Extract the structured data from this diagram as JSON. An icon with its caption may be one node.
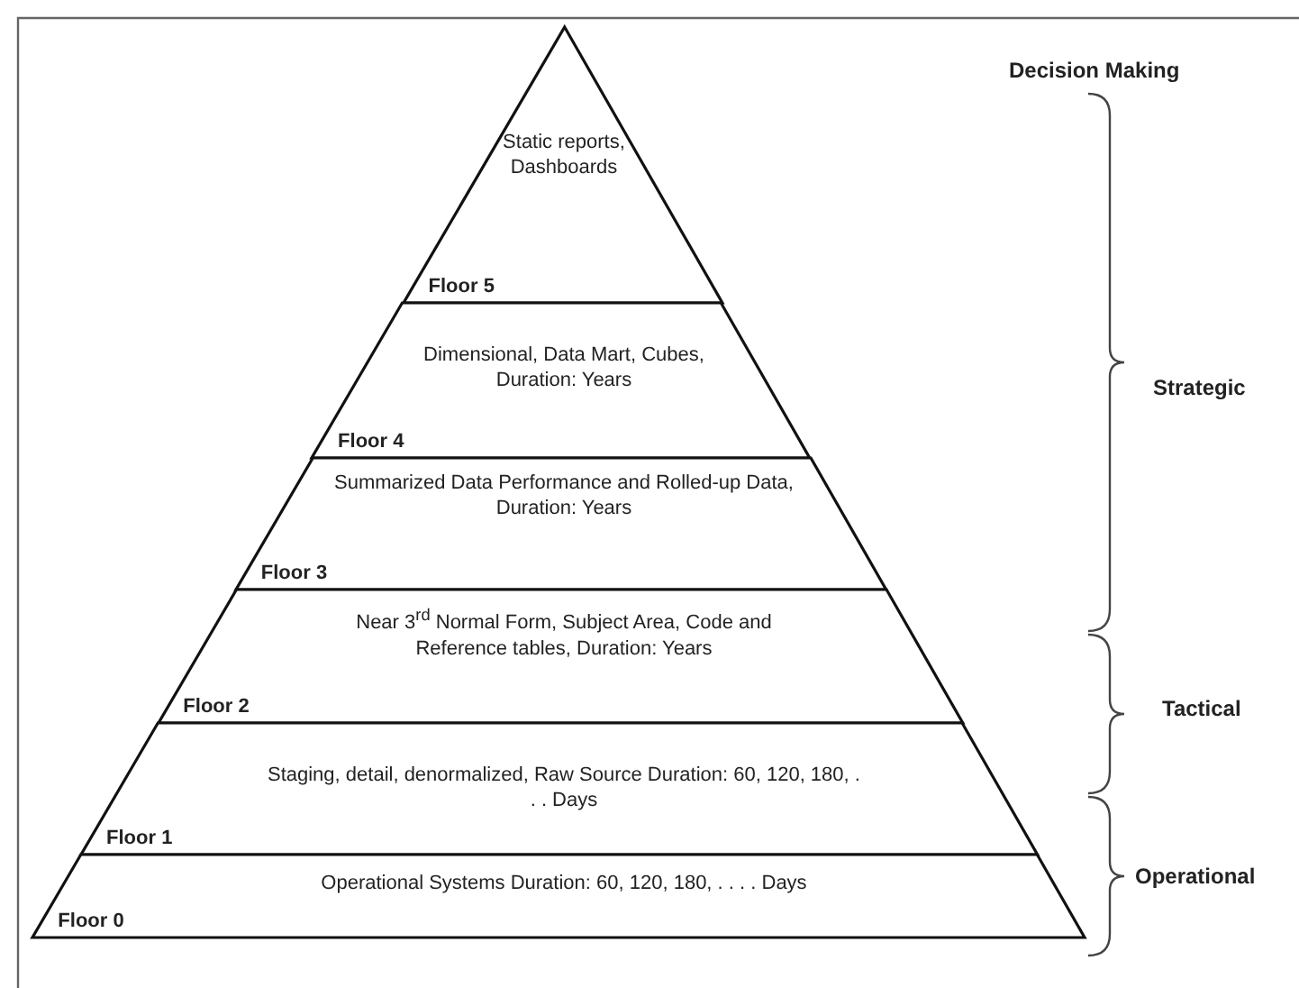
{
  "diagram": {
    "nodes": [
      {
        "text": [
          "Static reports, Dashboards",
          "Floor 5"
        ]
      },
      {
        "text": [
          "Dimensional, Data Mart, Cubes, Duration: Years",
          "Floor 4"
        ]
      },
      {
        "text": [
          "Summarized Data Performance and Rolled-up Data, Duration: Years",
          "Floor 3"
        ]
      },
      {
        "text": [
          "Near 3$^{rd}$ Normal Form, Subject Area, Code and Reference tables, Duration: Years",
          "Floor 2"
        ]
      },
      {
        "text": [
          "Staging, detail, denormalized, Raw Source Duration: 60, 120, 180, . . . Days",
          "Floor 1"
        ]
      },
      {
        "text": [
          "Operational Systems Duration: 60, 120, 180, . . . . Days",
          "Floor 0"
        ]
      }
    ],
    "edges": [],
    "labels": [
      "Decision Making",
      "Strategic",
      "Tactical",
      "Operational"
    ]
  }
}
